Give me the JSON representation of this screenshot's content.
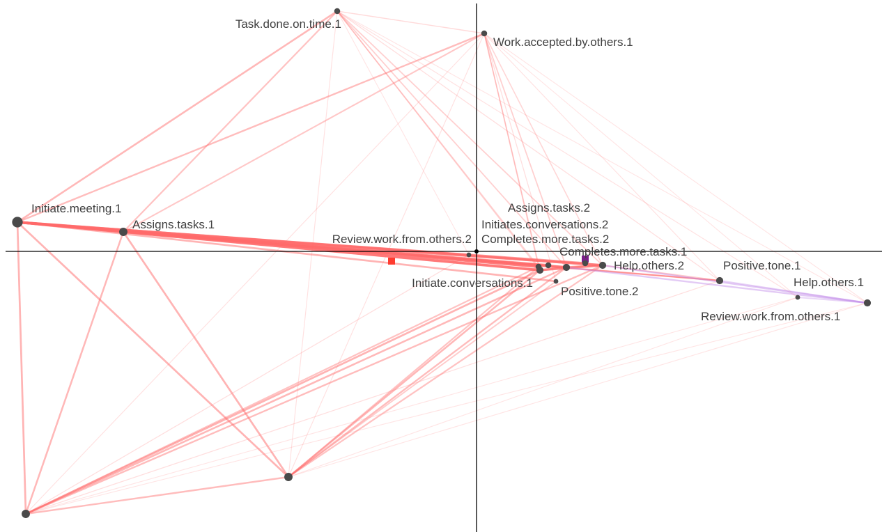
{
  "colors": {
    "axis": "#000000",
    "node": "#4a4a4a",
    "edge_red": "#ff6b6b",
    "edge_purple": "#c08ae8",
    "mean_red": "#ff3b2f",
    "mean_purple": "#7b1f8a",
    "label": "#404040"
  },
  "nodes": [
    {
      "id": "n_task_done_1",
      "label": "Task.done.on.time.1",
      "size": 5
    },
    {
      "id": "n_work_accepted_1",
      "label": "Work.accepted.by.others.1",
      "size": 5
    },
    {
      "id": "n_initiate_meeting_1",
      "label": "Initiate.meeting.1",
      "size": 9
    },
    {
      "id": "n_assigns_tasks_1",
      "label": "Assigns.tasks.1",
      "size": 7
    },
    {
      "id": "n_review_work_2",
      "label": "Review.work.from.others.2",
      "size": 4
    },
    {
      "id": "n_assigns_tasks_2",
      "label": "Assigns.tasks.2",
      "size": 5
    },
    {
      "id": "n_initiates_conv_2",
      "label": "Initiates.conversations.2",
      "size": 5
    },
    {
      "id": "n_completes_tasks_2",
      "label": "Completes.more.tasks.2",
      "size": 6
    },
    {
      "id": "n_completes_tasks_1",
      "label": "Completes.more.tasks.1",
      "size": 5
    },
    {
      "id": "n_help_others_2",
      "label": "Help.others.2",
      "size": 6
    },
    {
      "id": "n_initiate_conv_1",
      "label": "Initiate.conversations.1",
      "size": 6
    },
    {
      "id": "n_positive_tone_2",
      "label": "Positive.tone.2",
      "size": 4
    },
    {
      "id": "n_positive_tone_1",
      "label": "Positive.tone.1",
      "size": 6
    },
    {
      "id": "n_help_others_1",
      "label": "Help.others.1",
      "size": 4
    },
    {
      "id": "n_review_work_1",
      "label": "Review.work.from.others.1",
      "size": 6
    },
    {
      "id": "n_bottom_mid",
      "label": "",
      "size": 7
    },
    {
      "id": "n_bottom_left",
      "label": "",
      "size": 7
    }
  ],
  "edges": [
    {
      "from": "n_initiate_meeting_1",
      "to": "n_assigns_tasks_1",
      "w": 0.9
    },
    {
      "from": "n_initiate_meeting_1",
      "to": "n_task_done_1",
      "w": 0.55
    },
    {
      "from": "n_initiate_meeting_1",
      "to": "n_work_accepted_1",
      "w": 0.5
    },
    {
      "from": "n_initiate_meeting_1",
      "to": "n_bottom_left",
      "w": 0.6
    },
    {
      "from": "n_initiate_meeting_1",
      "to": "n_bottom_mid",
      "w": 0.6
    },
    {
      "from": "n_initiate_meeting_1",
      "to": "n_initiate_conv_1",
      "w": 0.95
    },
    {
      "from": "n_initiate_meeting_1",
      "to": "n_assigns_tasks_2",
      "w": 0.95
    },
    {
      "from": "n_initiate_meeting_1",
      "to": "n_completes_tasks_2",
      "w": 0.95
    },
    {
      "from": "n_initiate_meeting_1",
      "to": "n_initiates_conv_2",
      "w": 0.9
    },
    {
      "from": "n_initiate_meeting_1",
      "to": "n_help_others_2",
      "w": 0.9
    },
    {
      "from": "n_initiate_meeting_1",
      "to": "n_positive_tone_2",
      "w": 0.6
    },
    {
      "from": "n_initiate_meeting_1",
      "to": "n_review_work_2",
      "w": 0.7
    },
    {
      "from": "n_initiate_meeting_1",
      "to": "n_completes_tasks_1",
      "w": 0.8
    },
    {
      "from": "n_initiate_meeting_1",
      "to": "n_positive_tone_1",
      "w": 0.4
    },
    {
      "from": "n_assigns_tasks_1",
      "to": "n_task_done_1",
      "w": 0.45
    },
    {
      "from": "n_assigns_tasks_1",
      "to": "n_work_accepted_1",
      "w": 0.4
    },
    {
      "from": "n_assigns_tasks_1",
      "to": "n_bottom_left",
      "w": 0.55
    },
    {
      "from": "n_assigns_tasks_1",
      "to": "n_bottom_mid",
      "w": 0.6
    },
    {
      "from": "n_assigns_tasks_1",
      "to": "n_initiate_conv_1",
      "w": 0.8
    },
    {
      "from": "n_assigns_tasks_1",
      "to": "n_completes_tasks_2",
      "w": 0.8
    },
    {
      "from": "n_assigns_tasks_1",
      "to": "n_help_others_2",
      "w": 0.75
    },
    {
      "from": "n_assigns_tasks_1",
      "to": "n_assigns_tasks_2",
      "w": 0.7
    },
    {
      "from": "n_assigns_tasks_1",
      "to": "n_positive_tone_1",
      "w": 0.4
    },
    {
      "from": "n_bottom_left",
      "to": "n_bottom_mid",
      "w": 0.5
    },
    {
      "from": "n_bottom_left",
      "to": "n_initiate_conv_1",
      "w": 0.6
    },
    {
      "from": "n_bottom_left",
      "to": "n_completes_tasks_2",
      "w": 0.55
    },
    {
      "from": "n_bottom_left",
      "to": "n_help_others_2",
      "w": 0.5
    },
    {
      "from": "n_bottom_left",
      "to": "n_assigns_tasks_2",
      "w": 0.45
    },
    {
      "from": "n_bottom_left",
      "to": "n_positive_tone_1",
      "w": 0.15
    },
    {
      "from": "n_bottom_left",
      "to": "n_review_work_1",
      "w": 0.1
    },
    {
      "from": "n_bottom_left",
      "to": "n_help_others_1",
      "w": 0.1
    },
    {
      "from": "n_bottom_left",
      "to": "n_work_accepted_1",
      "w": 0.12
    },
    {
      "from": "n_bottom_left",
      "to": "n_review_work_2",
      "w": 0.15
    },
    {
      "from": "n_bottom_mid",
      "to": "n_initiate_conv_1",
      "w": 0.55
    },
    {
      "from": "n_bottom_mid",
      "to": "n_completes_tasks_2",
      "w": 0.5
    },
    {
      "from": "n_bottom_mid",
      "to": "n_help_others_2",
      "w": 0.45
    },
    {
      "from": "n_bottom_mid",
      "to": "n_assigns_tasks_2",
      "w": 0.45
    },
    {
      "from": "n_bottom_mid",
      "to": "n_positive_tone_2",
      "w": 0.35
    },
    {
      "from": "n_bottom_mid",
      "to": "n_task_done_1",
      "w": 0.12
    },
    {
      "from": "n_bottom_mid",
      "to": "n_work_accepted_1",
      "w": 0.12
    },
    {
      "from": "n_bottom_mid",
      "to": "n_review_work_1",
      "w": 0.1
    },
    {
      "from": "n_bottom_mid",
      "to": "n_help_others_1",
      "w": 0.1
    },
    {
      "from": "n_task_done_1",
      "to": "n_work_accepted_1",
      "w": 0.2
    },
    {
      "from": "n_task_done_1",
      "to": "n_initiate_conv_1",
      "w": 0.25
    },
    {
      "from": "n_task_done_1",
      "to": "n_completes_tasks_2",
      "w": 0.3
    },
    {
      "from": "n_task_done_1",
      "to": "n_help_others_2",
      "w": 0.3
    },
    {
      "from": "n_task_done_1",
      "to": "n_assigns_tasks_2",
      "w": 0.25
    },
    {
      "from": "n_task_done_1",
      "to": "n_positive_tone_1",
      "w": 0.15
    },
    {
      "from": "n_task_done_1",
      "to": "n_review_work_1",
      "w": 0.1
    },
    {
      "from": "n_task_done_1",
      "to": "n_help_others_1",
      "w": 0.12
    },
    {
      "from": "n_task_done_1",
      "to": "n_review_work_2",
      "w": 0.1
    },
    {
      "from": "n_work_accepted_1",
      "to": "n_initiate_conv_1",
      "w": 0.25
    },
    {
      "from": "n_work_accepted_1",
      "to": "n_completes_tasks_2",
      "w": 0.3
    },
    {
      "from": "n_work_accepted_1",
      "to": "n_help_others_2",
      "w": 0.25
    },
    {
      "from": "n_work_accepted_1",
      "to": "n_assigns_tasks_2",
      "w": 0.25
    },
    {
      "from": "n_work_accepted_1",
      "to": "n_positive_tone_1",
      "w": 0.12
    },
    {
      "from": "n_work_accepted_1",
      "to": "n_review_work_1",
      "w": 0.1
    },
    {
      "from": "n_work_accepted_1",
      "to": "n_help_others_1",
      "w": 0.1
    },
    {
      "from": "n_work_accepted_1",
      "to": "n_positive_tone_2",
      "w": 0.15
    },
    {
      "from": "n_initiate_conv_1",
      "to": "n_completes_tasks_2",
      "w": 0.8
    },
    {
      "from": "n_initiate_conv_1",
      "to": "n_help_others_2",
      "w": 0.8
    },
    {
      "from": "n_completes_tasks_2",
      "to": "n_help_others_2",
      "w": 0.8
    },
    {
      "from": "n_help_others_2",
      "to": "n_positive_tone_1",
      "w": 0.35
    },
    {
      "from": "n_completes_tasks_2",
      "to": "n_positive_tone_1",
      "w": 0.35
    },
    {
      "from": "n_positive_tone_1",
      "to": "n_review_work_1",
      "w": 0.4,
      "color": "purple"
    },
    {
      "from": "n_help_others_2",
      "to": "n_review_work_1",
      "w": 0.5,
      "color": "purple"
    },
    {
      "from": "n_completes_tasks_2",
      "to": "n_review_work_1",
      "w": 0.5,
      "color": "purple"
    },
    {
      "from": "n_help_others_1",
      "to": "n_review_work_1",
      "w": 0.35,
      "color": "purple"
    }
  ],
  "means": [
    {
      "id": "mean_red",
      "color": "red"
    },
    {
      "id": "mean_purple",
      "color": "purple"
    }
  ]
}
